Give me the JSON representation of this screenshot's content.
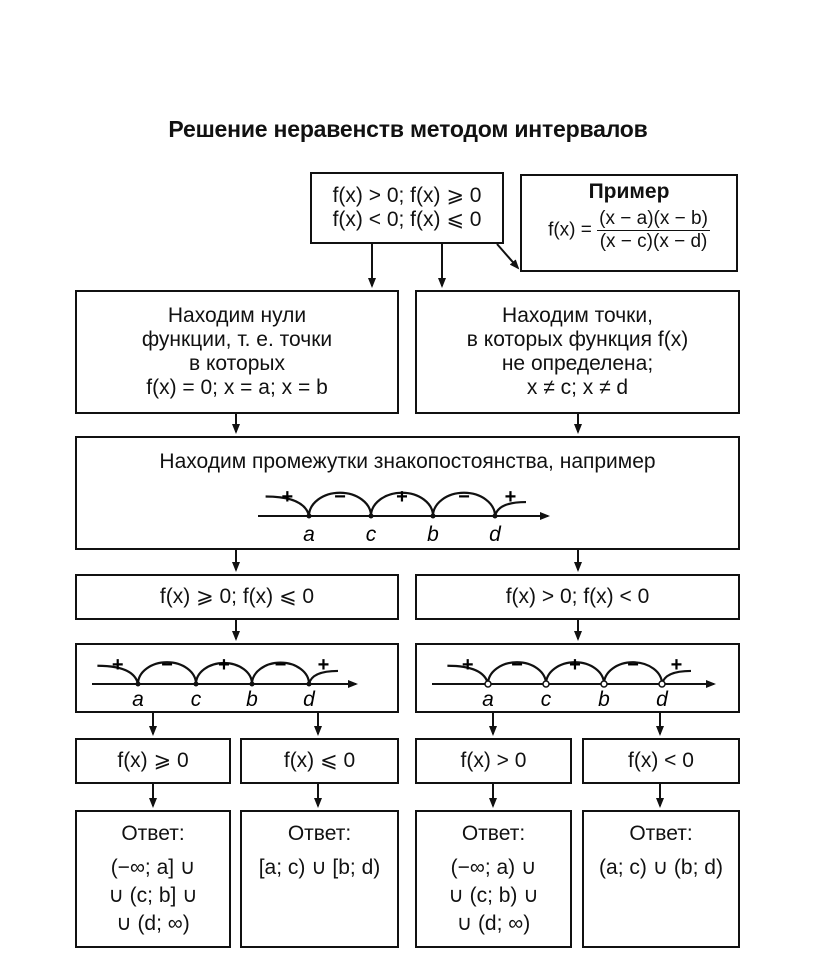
{
  "title": "Решение неравенств методом интервалов",
  "top_box": {
    "line1": "f(x) > 0; f(x) ⩾ 0",
    "line2": "f(x) < 0; f(x) ⩽ 0"
  },
  "example_box": {
    "heading": "Пример",
    "lhs": "f(x) =",
    "numerator": "(x − a)(x − b)",
    "denominator": "(x − c)(x − d)"
  },
  "zeros_box": {
    "line1": "Находим нули",
    "line2": "функции, т. е. точки",
    "line3": "в которых",
    "line4": "f(x) = 0; x = a; x = b"
  },
  "undefined_box": {
    "line1": "Находим точки,",
    "line2": "в которых функция f(x)",
    "line3": "не определена;",
    "line4": "x ≠ c; x ≠ d"
  },
  "intervals_box": {
    "heading": "Находим промежутки знакопостоянства, например",
    "points": [
      "a",
      "c",
      "b",
      "d"
    ],
    "signs": [
      "+",
      "−",
      "+",
      "−",
      "+"
    ]
  },
  "left_branch": {
    "condition": "f(x) ⩾ 0; f(x) ⩽ 0",
    "points": [
      "a",
      "c",
      "b",
      "d"
    ],
    "signs": [
      "+",
      "−",
      "+",
      "−",
      "+"
    ],
    "case1": "f(x) ⩾ 0",
    "case2": "f(x) ⩽ 0",
    "answer1": {
      "label": "Ответ:",
      "line1": "(−∞; a] ∪",
      "line2": "∪ (c; b] ∪",
      "line3": "∪ (d; ∞)"
    },
    "answer2": {
      "label": "Ответ:",
      "line1": "[a; c) ∪ [b; d)"
    }
  },
  "right_branch": {
    "condition": "f(x) > 0; f(x) < 0",
    "points": [
      "a",
      "c",
      "b",
      "d"
    ],
    "signs": [
      "+",
      "−",
      "+",
      "−",
      "+"
    ],
    "case1": "f(x) > 0",
    "case2": "f(x) < 0",
    "answer1": {
      "label": "Ответ:",
      "line1": "(−∞; a) ∪",
      "line2": "∪ (c; b) ∪",
      "line3": "∪ (d; ∞)"
    },
    "answer2": {
      "label": "Ответ:",
      "line1": "(a; c) ∪ (b; d)"
    }
  }
}
